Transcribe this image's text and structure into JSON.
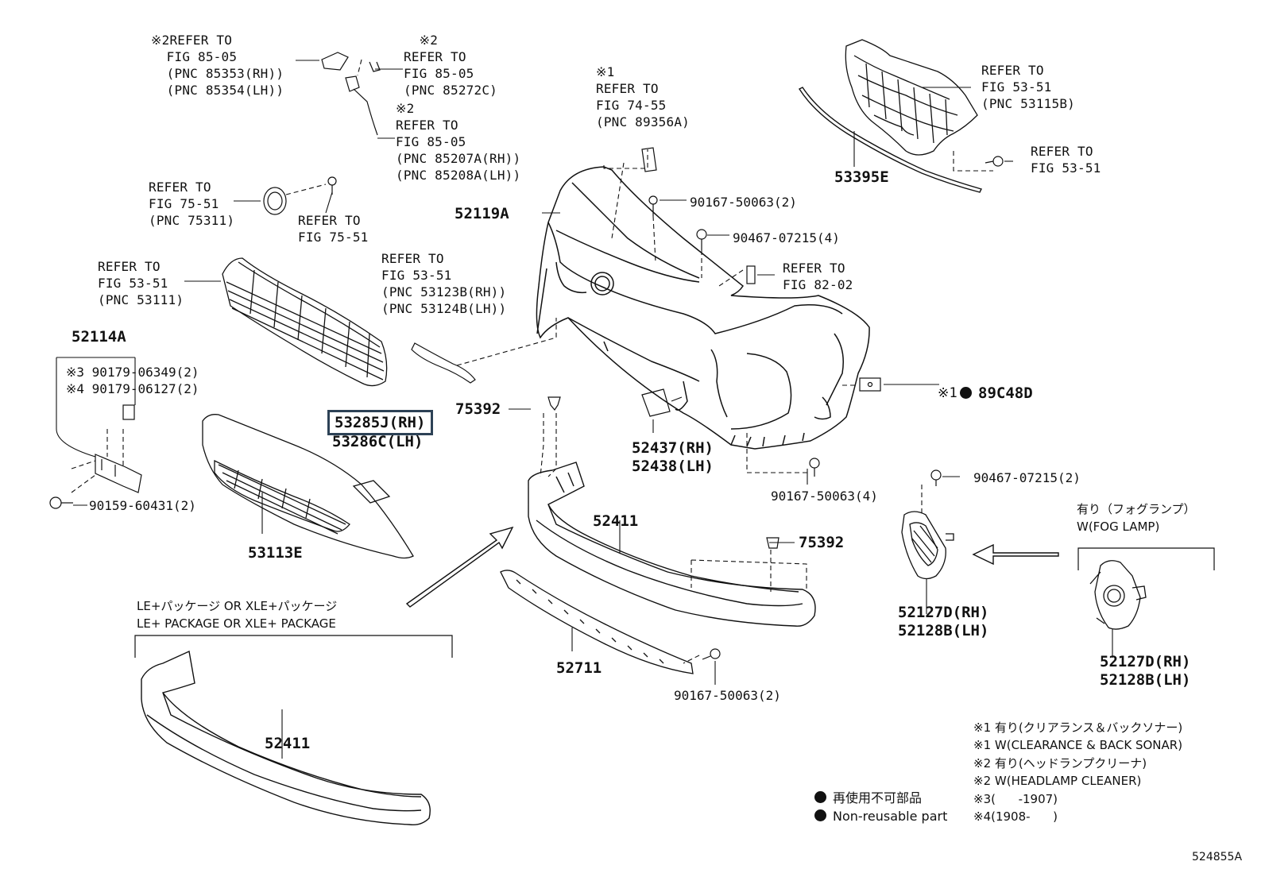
{
  "labels": {
    "ref_85353": "※2REFER TO\n  FIG 85-05\n  (PNC 85353(RH))\n  (PNC 85354(LH))",
    "ref_85272c": "  ※2\nREFER TO\nFIG 85-05\n(PNC 85272C)",
    "ref_85207": "※2\nREFER TO\nFIG 85-05\n(PNC 85207A(RH))\n(PNC 85208A(LH))",
    "ref_89356a": "※1\nREFER TO\nFIG 74-55\n(PNC 89356A)",
    "ref_53115b": "REFER TO\nFIG 53-51\n(PNC 53115B)",
    "ref_53_51_clip": "REFER TO\nFIG 53-51",
    "ref_75311": "REFER TO\nFIG 75-51\n(PNC 75311)",
    "ref_75_51": "REFER TO\nFIG 75-51",
    "ref_82_02": "REFER TO\nFIG 82-02",
    "ref_53111": "REFER TO\nFIG 53-51\n(PNC 53111)",
    "ref_53123b": "REFER TO\nFIG 53-51\n(PNC 53123B(RH))\n(PNC 53124B(LH))"
  },
  "parts": {
    "p52119a": "52119A",
    "p53395e": "53395E",
    "p52114a": "52114A",
    "p53113e": "53113E",
    "p53285j": "53285J(RH)",
    "p53286c": "53286C(LH)",
    "p75392_a": "75392",
    "p75392_b": "75392",
    "p52437": "52437(RH)\n52438(LH)",
    "p52411_a": "52411",
    "p52411_b": "52411",
    "p52711": "52711",
    "p52127_a": "52127D(RH)\n52128B(LH)",
    "p52127_b": "52127D(RH)\n52128B(LH)",
    "p89c48d_prefix": "※1",
    "p89c48d": "89C48D",
    "p90167_a": "90167-50063(2)",
    "p90467_a": "90467-07215(4)",
    "p90179": "※3 90179-06349(2)\n※4 90179-06127(2)",
    "p90159": "90159-60431(2)",
    "p90167_b": "90167-50063(4)",
    "p90467_b": "90467-07215(2)",
    "p90167_c": "90167-50063(2)"
  },
  "captions": {
    "fog_jp": "有り（フォグランプ）",
    "fog_en": "W(FOG LAMP)",
    "pkg_jp": "LE+パッケージ OR XLE+パッケージ",
    "pkg_en": "LE+ PACKAGE OR XLE+ PACKAGE"
  },
  "notes": {
    "n1_jp": "※1 有り(クリアランス＆バックソナー)",
    "n1_en": "※1 W(CLEARANCE & BACK SONAR)",
    "n2_jp": "※2 有り(ヘッドランプクリーナ)",
    "n2_en": "※2 W(HEADLAMP CLEANER)",
    "n3": "※3(      -1907)",
    "n4": "※4(1908-      )",
    "nonreuse_jp": "再使用不可部品",
    "nonreuse_en": "Non-reusable part"
  },
  "figure_id": "524855A",
  "colors": {
    "line": "#111111",
    "highlight_border": "#2d4256"
  }
}
